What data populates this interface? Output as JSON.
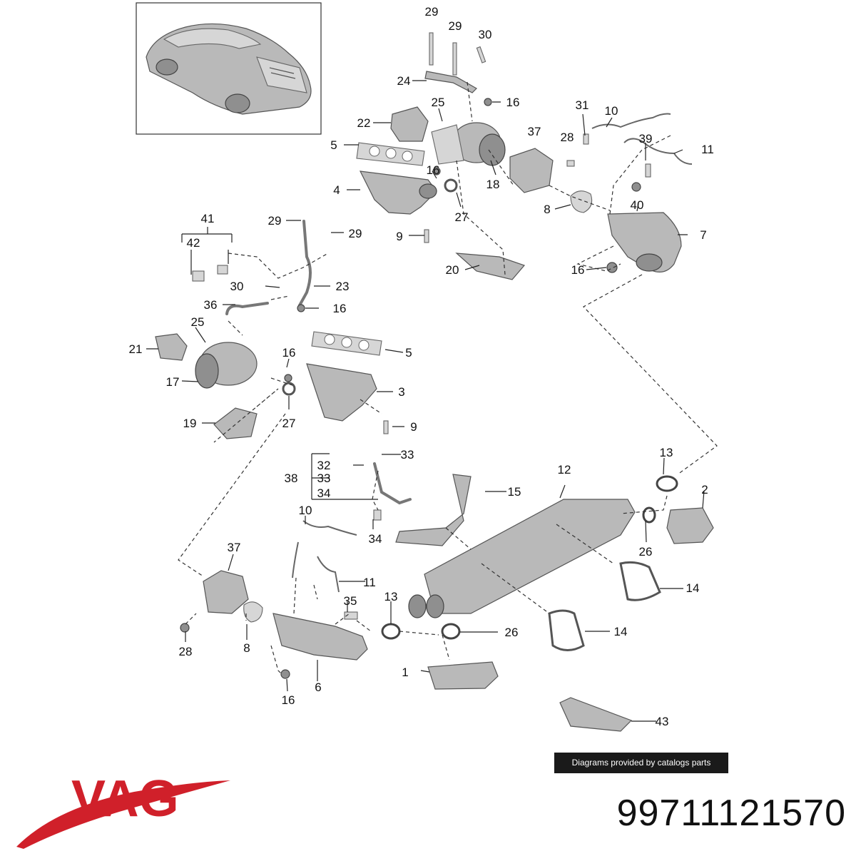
{
  "diagram": {
    "callouts": [
      "1",
      "2",
      "3",
      "4",
      "5",
      "5",
      "6",
      "7",
      "8",
      "8",
      "9",
      "9",
      "10",
      "10",
      "11",
      "11",
      "12",
      "13",
      "13",
      "14",
      "14",
      "15",
      "16",
      "16",
      "16",
      "16",
      "16",
      "16",
      "17",
      "18",
      "19",
      "20",
      "21",
      "22",
      "23",
      "24",
      "25",
      "25",
      "26",
      "26",
      "27",
      "27",
      "28",
      "28",
      "29",
      "29",
      "29",
      "29",
      "30",
      "30",
      "31",
      "32",
      "33",
      "33",
      "34",
      "34",
      "35",
      "36",
      "37",
      "37",
      "38",
      "39",
      "40",
      "41",
      "42",
      "43"
    ]
  },
  "credit": {
    "text": "Diagrams provided by catalogs parts"
  },
  "brand": {
    "logo_text": "VAG",
    "color": "#d0202a"
  },
  "part_number": "99711121570"
}
